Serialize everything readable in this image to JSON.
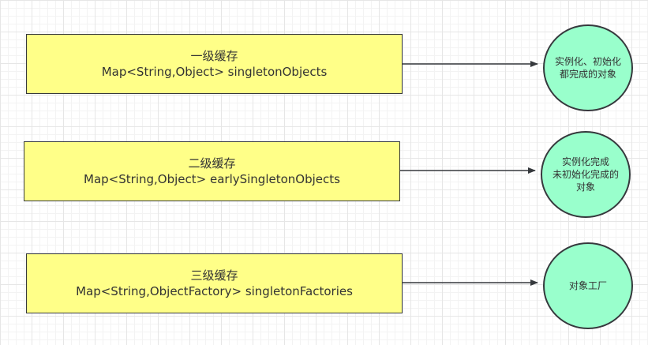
{
  "caches": [
    {
      "title": "一级缓存",
      "declaration": "Map<String,Object> singletonObjects",
      "target_lines": [
        "实例化、初始化",
        "都完成的对象"
      ]
    },
    {
      "title": "二级缓存",
      "declaration": "Map<String,Object> earlySingletonObjects",
      "target_lines": [
        "实例化完成",
        "未初始化完成的",
        "对象"
      ]
    },
    {
      "title": "三级缓存",
      "declaration": "Map<String,ObjectFactory> singletonFactories",
      "target_lines": [
        "对象工厂"
      ]
    }
  ],
  "colors": {
    "cache_fill": "#ffff88",
    "node_fill": "#99ffcc",
    "stroke": "#36393d"
  }
}
